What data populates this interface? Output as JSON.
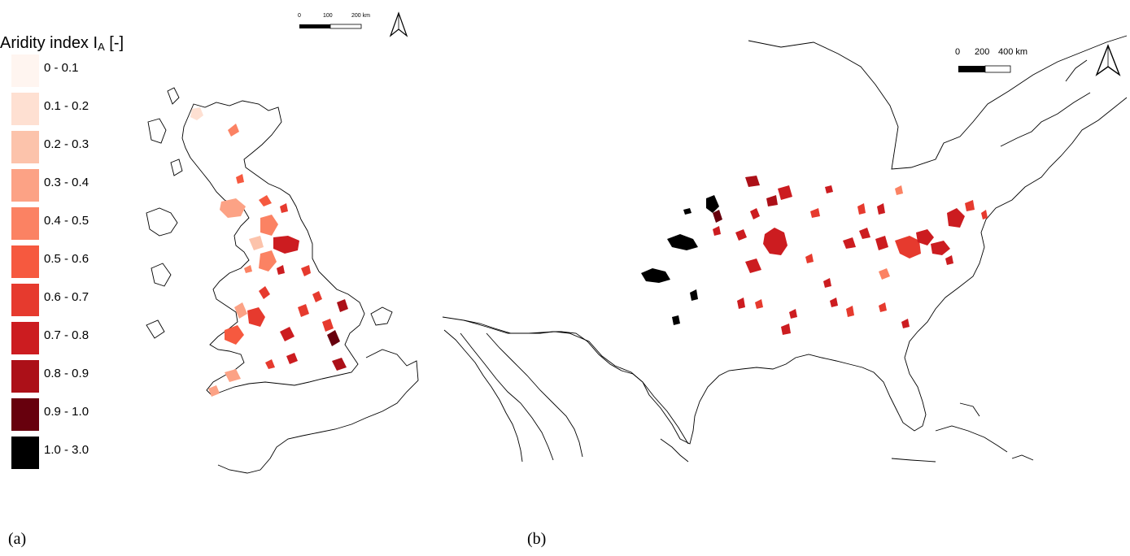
{
  "legend": {
    "title_main": "Aridity index I",
    "title_sub": "A",
    "title_tail": " [-]",
    "classes": [
      {
        "label": "0 - 0.1",
        "color": "#fff5f0"
      },
      {
        "label": "0.1 - 0.2",
        "color": "#fee0d2"
      },
      {
        "label": "0.2 - 0.3",
        "color": "#fcc3ab"
      },
      {
        "label": "0.3 - 0.4",
        "color": "#fca285"
      },
      {
        "label": "0.4 - 0.5",
        "color": "#fb8263"
      },
      {
        "label": "0.5 - 0.6",
        "color": "#f6593f"
      },
      {
        "label": "0.6 - 0.7",
        "color": "#e63a2e"
      },
      {
        "label": "0.7 - 0.8",
        "color": "#cc1c20"
      },
      {
        "label": "0.8 - 0.9",
        "color": "#ac1018"
      },
      {
        "label": "0.9 - 1.0",
        "color": "#67000d"
      },
      {
        "label": "1.0 - 3.0",
        "color": "#000000"
      }
    ]
  },
  "map_a": {
    "scale": {
      "zero": "0",
      "mid": "100",
      "end": "200 km"
    },
    "caption": "(a)"
  },
  "map_b": {
    "scale": {
      "zero": "0",
      "mid": "200",
      "end": "400 km"
    },
    "caption": "(b)"
  }
}
